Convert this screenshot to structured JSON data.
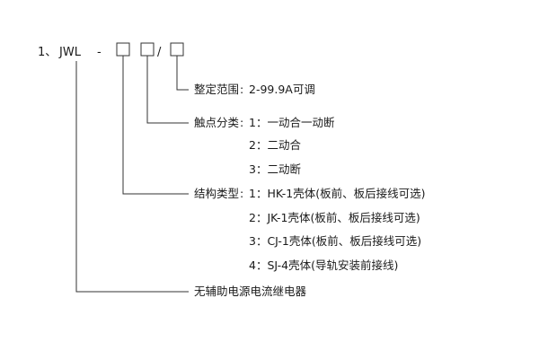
{
  "model": {
    "index": "1、",
    "name": "JWL",
    "dash": "-",
    "slash": "/"
  },
  "fields": [
    {
      "label": "整定范围",
      "colon": ":",
      "options": [
        "2-99.9A可调"
      ]
    },
    {
      "label": "触点分类",
      "colon": ":",
      "options": [
        "1：一动合一动断",
        "2：二动合",
        "3：二动断"
      ]
    },
    {
      "label": "结构类型",
      "colon": ":",
      "options": [
        "1：HK-1壳体(板前、板后接线可选)",
        "2：JK-1壳体(板前、板后接线可选)",
        "3：CJ-1壳体(板前、板后接线可选)",
        "4：SJ-4壳体(导轨安装前接线)"
      ]
    },
    {
      "label": "无辅助电源电流继电器",
      "colon": "",
      "options": []
    }
  ]
}
